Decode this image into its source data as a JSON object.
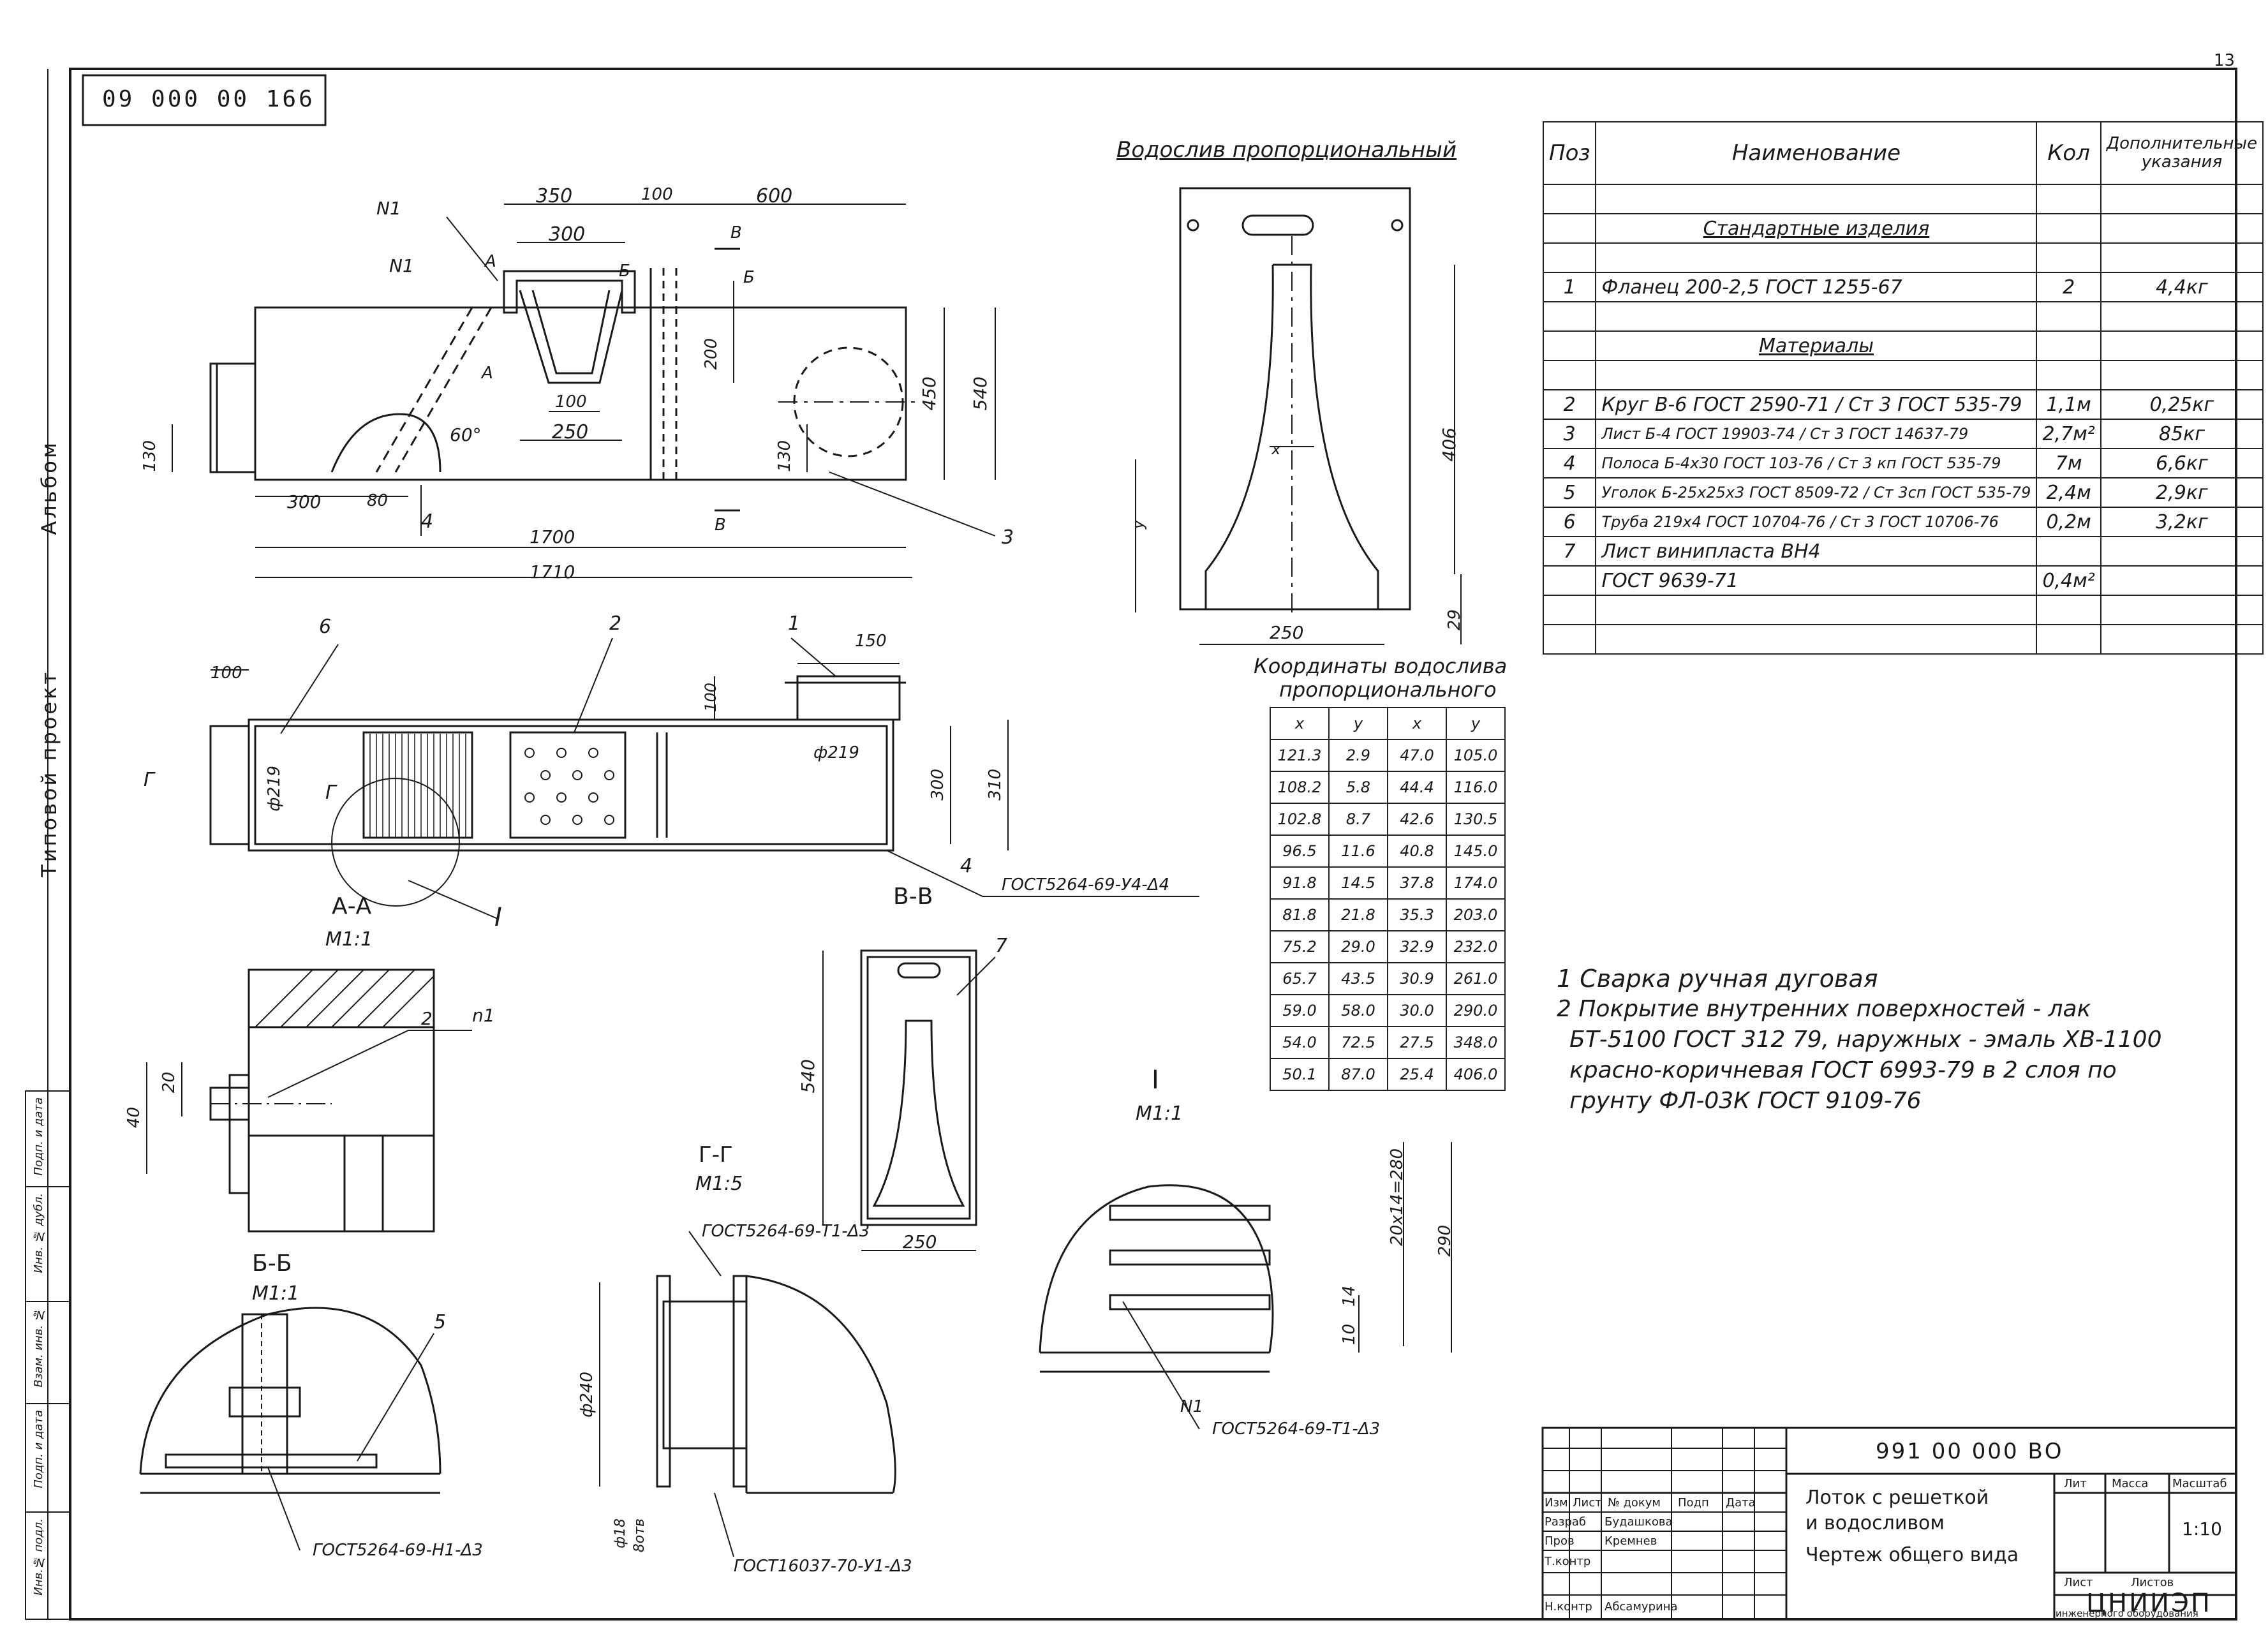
{
  "sheet": {
    "number": "13",
    "top_code": "09 000 00 166",
    "album_side_label": "Альбом",
    "project_side_label": "Типовой проект",
    "side_stamp_labels": [
      "Инв.№ подл.",
      "Подп. и дата",
      "Взам. инв. №",
      "Инв. № дубл.",
      "Подп. и дата"
    ]
  },
  "plan_view": {
    "dims": {
      "d350": "350",
      "d100_top": "100",
      "d600": "600",
      "d300_inner": "300",
      "d200": "200",
      "d100_bottom": "100",
      "d250": "250",
      "d450": "450",
      "d540": "540",
      "d130_left": "130",
      "d130_right": "130",
      "d300_bottom": "300",
      "d80": "80",
      "d1700": "1700",
      "d1710": "1710",
      "angle": "60°"
    },
    "labels": {
      "n1_top": "N1",
      "n1_mid": "N1",
      "a_top": "А",
      "a_bottom": "А",
      "b_top": "Б",
      "v_top": "В",
      "b_right": "Б",
      "v_bottom": "В",
      "pos3": "3",
      "pos4": "4"
    }
  },
  "side_view": {
    "dims": {
      "d100": "100",
      "d150": "150",
      "d100_b": "100",
      "phi219_left": "ф219",
      "phi219_right": "ф219",
      "d300": "300",
      "d310": "310"
    },
    "labels": {
      "pos6": "6",
      "pos2": "2",
      "pos1": "1",
      "pos4": "4",
      "g_left": "Г",
      "g_right": "Г",
      "circle_i": "I",
      "weld_note": "ГОСТ5264-69-У4-Δ4"
    }
  },
  "section_aa": {
    "title": "А-А",
    "scale": "М1:1",
    "d20": "20",
    "d40": "40",
    "pos2": "2",
    "n1": "n1"
  },
  "section_bb": {
    "title": "Б-Б",
    "scale": "М1:1",
    "pos5": "5",
    "weld_note": "ГОСТ5264-69-Н1-Δ3"
  },
  "section_gg": {
    "title": "Г-Г",
    "scale": "М1:5",
    "weld_top": "ГОСТ5264-69-Т1-Δ3",
    "weld_bottom": "ГОСТ16037-70-У1-Δ3",
    "phi240": "ф240",
    "phi18": "ф18",
    "holes": "8отв"
  },
  "section_vv": {
    "title": "В-В",
    "d540": "540",
    "d250": "250",
    "pos7": "7"
  },
  "detail_i": {
    "title": "I",
    "scale": "М1:1",
    "d14": "14",
    "d10": "10",
    "d280": "20x14=280",
    "d290": "290",
    "weld_note": "ГОСТ5264-69-Т1-Δ3",
    "n1": "N1"
  },
  "weir": {
    "title": "Водослив пропорциональный",
    "d406": "406",
    "d250": "250",
    "d29": "29",
    "x": "x",
    "y": "y"
  },
  "coords_table": {
    "title_line1": "Координаты водослива",
    "title_line2": "пропорционального",
    "headers": [
      "x",
      "y",
      "x",
      "y"
    ],
    "rows": [
      [
        "121.3",
        "2.9",
        "47.0",
        "105.0"
      ],
      [
        "108.2",
        "5.8",
        "44.4",
        "116.0"
      ],
      [
        "102.8",
        "8.7",
        "42.6",
        "130.5"
      ],
      [
        "96.5",
        "11.6",
        "40.8",
        "145.0"
      ],
      [
        "91.8",
        "14.5",
        "37.8",
        "174.0"
      ],
      [
        "81.8",
        "21.8",
        "35.3",
        "203.0"
      ],
      [
        "75.2",
        "29.0",
        "32.9",
        "232.0"
      ],
      [
        "65.7",
        "43.5",
        "30.9",
        "261.0"
      ],
      [
        "59.0",
        "58.0",
        "30.0",
        "290.0"
      ],
      [
        "54.0",
        "72.5",
        "27.5",
        "348.0"
      ],
      [
        "50.1",
        "87.0",
        "25.4",
        "406.0"
      ]
    ]
  },
  "spec_table": {
    "headers": [
      "Поз",
      "Наименование",
      "Кол",
      "Дополнительные указания"
    ],
    "rows": [
      {
        "pos": "",
        "name": "",
        "qty": "",
        "note": ""
      },
      {
        "pos": "",
        "name": "Стандартные изделия",
        "qty": "",
        "note": ""
      },
      {
        "pos": "",
        "name": "",
        "qty": "",
        "note": ""
      },
      {
        "pos": "1",
        "name": "Фланец 200-2,5 ГОСТ 1255-67",
        "qty": "2",
        "note": "4,4кг"
      },
      {
        "pos": "",
        "name": "",
        "qty": "",
        "note": ""
      },
      {
        "pos": "",
        "name": "Материалы",
        "qty": "",
        "note": ""
      },
      {
        "pos": "",
        "name": "",
        "qty": "",
        "note": ""
      },
      {
        "pos": "2",
        "name": "Круг В-6 ГОСТ 2590-71 / Ст 3 ГОСТ 535-79",
        "qty": "1,1м",
        "note": "0,25кг"
      },
      {
        "pos": "3",
        "name": "Лист Б-4 ГОСТ 19903-74 / Ст 3 ГОСТ 14637-79",
        "qty": "2,7м²",
        "note": "85кг"
      },
      {
        "pos": "4",
        "name": "Полоса Б-4х30 ГОСТ 103-76 / Ст 3 кп ГОСТ 535-79",
        "qty": "7м",
        "note": "6,6кг"
      },
      {
        "pos": "5",
        "name": "Уголок Б-25х25х3 ГОСТ 8509-72 / Ст 3сп ГОСТ 535-79",
        "qty": "2,4м",
        "note": "2,9кг"
      },
      {
        "pos": "6",
        "name": "Труба 219х4 ГОСТ 10704-76 / Ст 3 ГОСТ 10706-76",
        "qty": "0,2м",
        "note": "3,2кг"
      },
      {
        "pos": "7",
        "name": "Лист винипласта ВН4",
        "qty": "",
        "note": ""
      },
      {
        "pos": "",
        "name": "ГОСТ 9639-71",
        "qty": "0,4м²",
        "note": ""
      },
      {
        "pos": "",
        "name": "",
        "qty": "",
        "note": ""
      },
      {
        "pos": "",
        "name": "",
        "qty": "",
        "note": ""
      }
    ]
  },
  "notes": [
    "1 Сварка ручная дуговая",
    "2 Покрытие внутренних поверхностей - лак",
    "БТ-5100 ГОСТ 312 79, наружных - эмаль ХВ-1100",
    "красно-коричневая ГОСТ 6993-79 в 2 слоя по",
    "грунту ФЛ-03К ГОСТ 9109-76"
  ],
  "title_block": {
    "code": "991 00 000 ВО",
    "title_line1": "Лоток с решеткой",
    "title_line2": "и водосливом",
    "title_line3": "Чертеж общего вида",
    "col_izm": "Изм",
    "col_list": "Лист",
    "col_doc": "№ докум",
    "col_sign": "Подп",
    "col_date": "Дата",
    "row_razrab": "Разраб",
    "name_razrab": "Будашкова",
    "row_prov": "Пров",
    "name_prov": "Кремнев",
    "row_tkontr": "Т.контр",
    "row_nkontr": "Н.контр",
    "name_nkontr": "Абсамурина",
    "lit_label": "Лит",
    "mass_label": "Масса",
    "scale_label": "Масштаб",
    "scale_value": "1:10",
    "sheet_label": "Лист",
    "sheets_label": "Листов",
    "org1": "ЦНИИЭП",
    "org2": "инженерного оборудования"
  }
}
